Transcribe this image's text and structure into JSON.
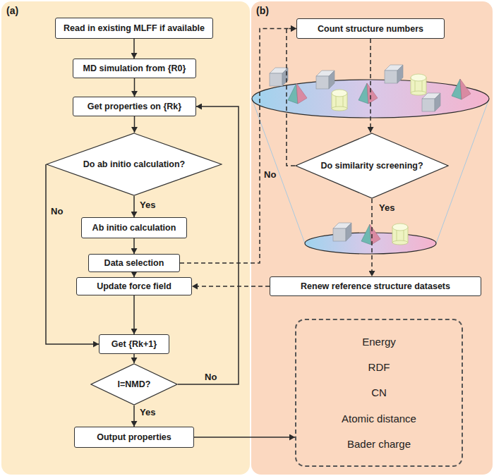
{
  "diagram": {
    "nodes": [
      {
        "text": [
          "(a)"
        ]
      },
      {
        "text": [
          "Read in existing MLFF if available"
        ],
        "in": 0
      },
      {
        "text": [
          "MD simulation from {R0}"
        ],
        "in": 0
      },
      {
        "text": [
          "Get properties on {Rk}"
        ],
        "in": 0
      },
      {
        "text": [
          "Do ab initio calculation?"
        ],
        "in": 0
      },
      {
        "text": [
          "Ab initio calculation"
        ],
        "in": 0
      },
      {
        "text": [
          "Data selection"
        ],
        "in": 0
      },
      {
        "text": [
          "Update force field"
        ],
        "in": 0
      },
      {
        "text": [
          "Get {Rk+1}"
        ],
        "in": 0
      },
      {
        "text": [
          "I=NMD?"
        ],
        "in": 0
      },
      {
        "text": [
          "Output properties"
        ],
        "in": 0
      },
      {
        "text": [
          "(b)"
        ]
      },
      {
        "text": [
          "Count structure numbers"
        ],
        "in": 11
      },
      {
        "text": [
          "Do similarity screening?"
        ],
        "in": 11
      },
      {
        "text": [
          "Renew reference structure datasets"
        ],
        "in": 11
      },
      {
        "text": [
          "Energy",
          "RDF",
          "CN",
          "Atomic distance",
          "Bader charge"
        ],
        "in": 11
      }
    ],
    "edges": [
      {
        "from": 1,
        "to": 2,
        "arrow": "to"
      },
      {
        "from": 2,
        "to": 3,
        "arrow": "to"
      },
      {
        "from": 3,
        "to": 4,
        "arrow": "to"
      },
      {
        "from": 4,
        "to": 5,
        "label": "Yes",
        "arrow": "to"
      },
      {
        "from": 5,
        "to": 6,
        "arrow": "to"
      },
      {
        "from": 6,
        "to": 7,
        "arrow": "to"
      },
      {
        "from": 4,
        "to": 8,
        "label": "No",
        "arrow": "to"
      },
      {
        "from": 7,
        "to": 8,
        "arrow": "to"
      },
      {
        "from": 8,
        "to": 9,
        "arrow": "to"
      },
      {
        "from": 9,
        "to": 3,
        "label": "No",
        "arrow": "to"
      },
      {
        "from": 9,
        "to": 10,
        "label": "Yes",
        "arrow": "to"
      },
      {
        "from": 10,
        "to": 15,
        "arrow": "to"
      },
      {
        "from": 6,
        "to": 12,
        "arrow": "to"
      },
      {
        "from": 12,
        "to": 13,
        "arrow": "to"
      },
      {
        "from": 13,
        "to": 12,
        "label": "No",
        "arrow": "to"
      },
      {
        "from": 13,
        "to": 14,
        "label": "Yes",
        "arrow": "to"
      },
      {
        "from": 14,
        "to": 7,
        "arrow": "to"
      }
    ]
  }
}
